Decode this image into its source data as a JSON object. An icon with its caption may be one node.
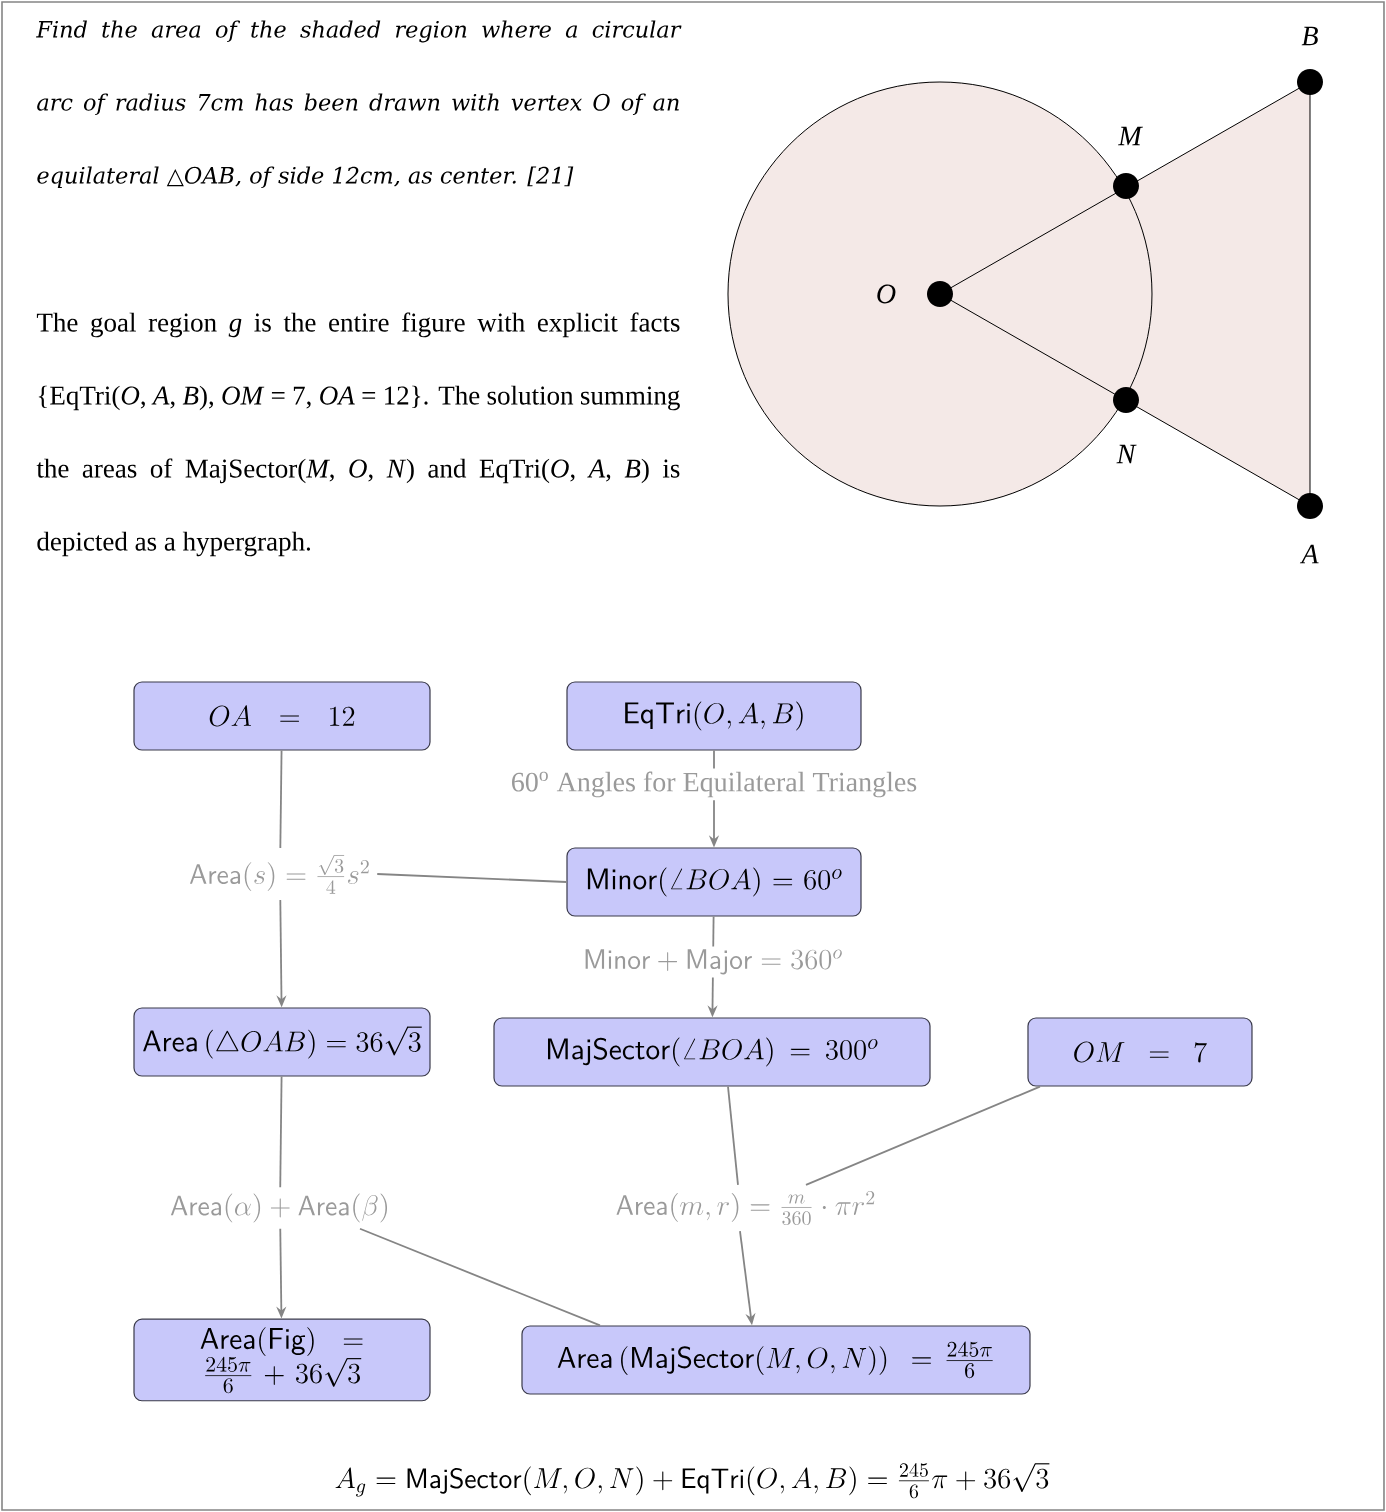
{
  "diagram": {
    "nodes": [
      {
        "text": [
          "OA\\ =\\ 12"
        ]
      },
      {
        "text": [
          "\\mathsf{EqTri}(O,A,B)"
        ]
      },
      {
        "text": [
          "\\mathsf{Area}(s) = \\frac{\\sqrt{3}}{4}s^2"
        ]
      },
      {
        "text": [
          "\\mathsf{Minor}(\\angle BOA) = 60^o"
        ]
      },
      {
        "text": [
          "\\mathsf{Area}\\,(\\triangle OAB) = 36\\sqrt{3}"
        ]
      },
      {
        "text": [
          "\\mathsf{MajSector}(\\angle BOA) = 300^o"
        ]
      },
      {
        "text": [
          "OM\\ =\\ 7"
        ]
      },
      {
        "text": [
          "\\mathsf{Area}(\\alpha) + \\mathsf{Area}(\\beta)"
        ]
      },
      {
        "text": [
          "\\mathsf{Area}(m,r) = \\frac{m}{360}\\cdot \\pi r^2"
        ]
      },
      {
        "text": [
          "\\mathsf{Area}(\\mathsf{Fig})\\ = \\frac{245\\pi}{6} + 36\\sqrt{3}"
        ]
      },
      {
        "text": [
          "\\mathsf{Area}\\,(\\mathsf{MajSector}(M,O,N))\\ = \\frac{245\\pi}{6}"
        ]
      }
    ],
    "edges": [
      {
        "from": 1,
        "to": 3,
        "arrow": "to",
        "label": "60$^{o}$ Angles for Equilateral Triangles"
      },
      {
        "from": 0,
        "to": 2,
        "arrow": "none"
      },
      {
        "from": 3,
        "to": 2,
        "arrow": "none"
      },
      {
        "from": 2,
        "to": 4,
        "arrow": "to"
      },
      {
        "from": 3,
        "to": 5,
        "arrow": "to",
        "label": "\\mathsf{Minor} + \\mathsf{Major} = 360^o"
      },
      {
        "from": 4,
        "to": 7,
        "arrow": "none"
      },
      {
        "from": 10,
        "to": 7,
        "arrow": "none"
      },
      {
        "from": 7,
        "to": 9,
        "arrow": "to"
      },
      {
        "from": 5,
        "to": 8,
        "arrow": "none"
      },
      {
        "from": 6,
        "to": 8,
        "arrow": "none"
      },
      {
        "from": 8,
        "to": 10,
        "arrow": "to"
      }
    ],
    "labels": [
      "Find the area of the shaded region where a circular arc of radius 7cm has been drawn with vertex O of an equilateral △OAB, of side 12cm, as center. [21]",
      "The goal region *g* is the entire figure with explicit facts {EqTri(*O*, *A*, *B*), *OM* = 7, *OA* = 12}. The solution summing the areas of MajSector(*M*, *O*, *N*) and EqTri(*O*, *A*, *B*) is depicted as a hypergraph.",
      "B",
      "M",
      "O",
      "N",
      "A",
      "A_g = \\mathsf{MajSector}(M,O,N) + \\mathsf{EqTri}(O,A,B) = \\frac{245}{6}\\pi + 36\\sqrt{3}"
    ]
  }
}
